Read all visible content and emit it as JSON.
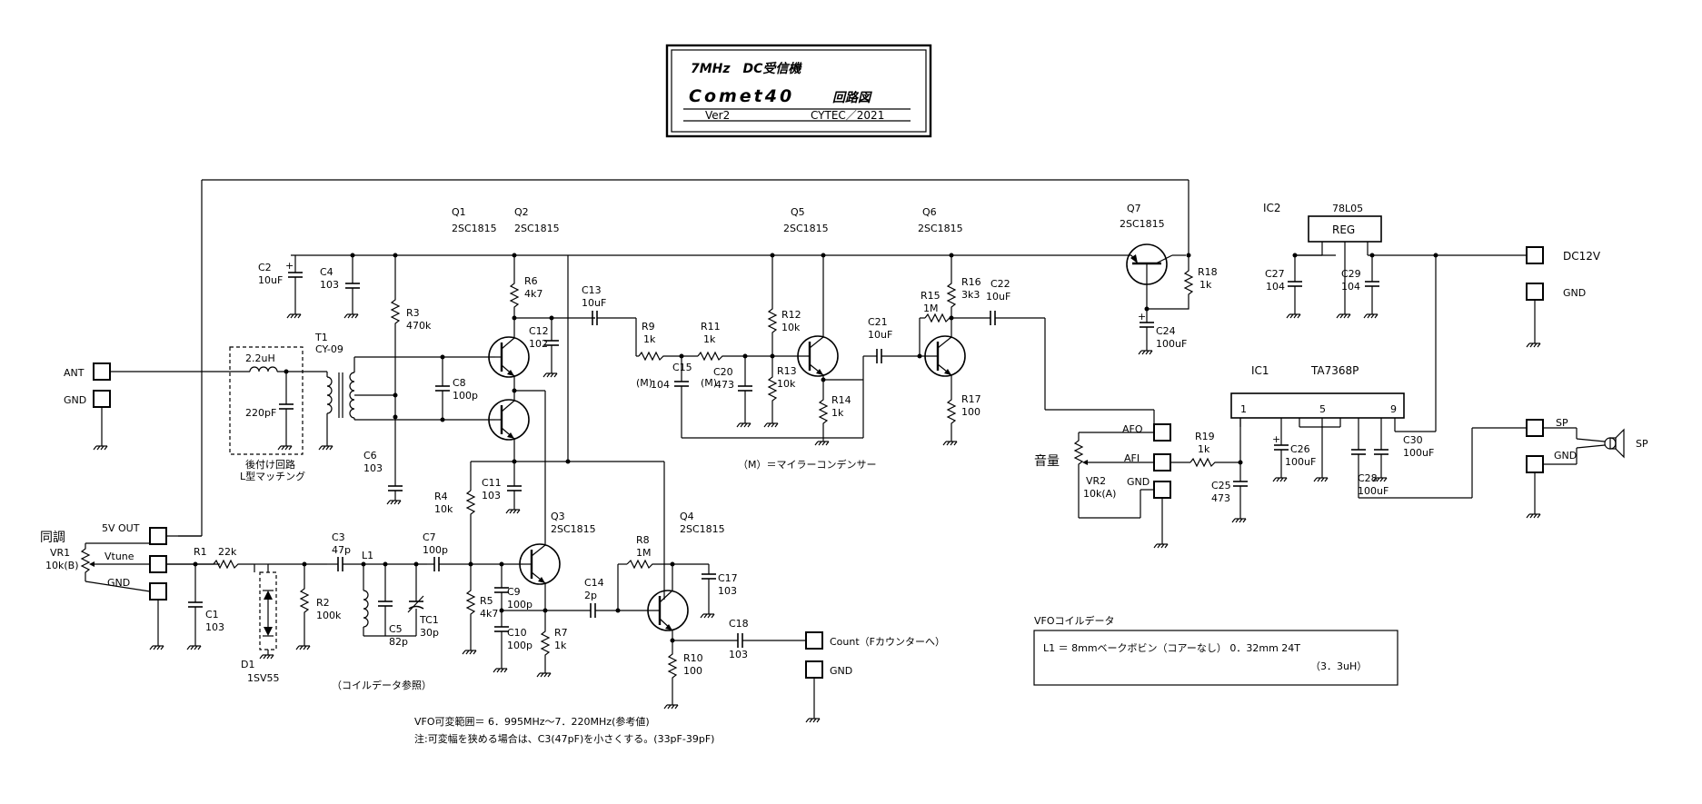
{
  "title": {
    "line1": "7MHz　DC受信機",
    "line2": "Comet40",
    "line2b": "回路図",
    "version": "Ver2",
    "author": "CYTEC／2021"
  },
  "connectors": {
    "ant": "ANT",
    "ant_gnd": "GND",
    "out5v": "5V OUT",
    "vtune": "Vtune",
    "tune_gnd": "GND",
    "count": "Count（Fカウンターへ）",
    "count_gnd": "GND",
    "dc12v": "DC12V",
    "pwr_gnd": "GND",
    "afo": "AFO",
    "afi": "AFI",
    "vol_gnd": "GND",
    "sp": "SP",
    "sp_gnd": "GND",
    "speaker": "SP"
  },
  "labels": {
    "tune": "同調",
    "vr1": "VR1",
    "vr1_val": "10k(B)",
    "volume": "音量",
    "vr2": "VR2",
    "vr2_val": "10k(A)",
    "lmatch_note1": "後付け回路",
    "lmatch_note2": "L型マッチング",
    "mylar": "（M）＝マイラーコンデンサー",
    "coil_ref": "（コイルデータ参照）",
    "m1": "(M)",
    "m2": "(M)",
    "vfo_range": "VFO可変範囲＝ 6．995MHz～7．220MHz(参考値)",
    "vfo_note": "注:可変幅を狭める場合は、C3(47pF)を小さくする。(33pF-39pF)",
    "coil_title": "VFOコイルデータ",
    "coil_line1": "L1 ＝ 8mmベークボビン（コアーなし） 0．32mm 24T",
    "coil_line2": "（3．3uH）"
  },
  "transistors": {
    "q1": "Q1",
    "q1_t": "2SC1815",
    "q2": "Q2",
    "q2_t": "2SC1815",
    "q3": "Q3",
    "q3_t": "2SC1815",
    "q4": "Q4",
    "q4_t": "2SC1815",
    "q5": "Q5",
    "q5_t": "2SC1815",
    "q6": "Q6",
    "q6_t": "2SC1815",
    "q7": "Q7",
    "q7_t": "2SC1815"
  },
  "ics": {
    "ic1": "IC1",
    "ic1_t": "TA7368P",
    "pin1": "1",
    "pin5": "5",
    "pin9": "9",
    "ic2": "IC2",
    "ic2_t": "78L05",
    "reg": "REG"
  },
  "parts": {
    "c1": "C1",
    "c1v": "103",
    "c2": "C2",
    "c2v": "10uF",
    "c3": "C3",
    "c3v": "47p",
    "c4": "C4",
    "c4v": "103",
    "c5": "C5",
    "c5v": "82p",
    "c6": "C6",
    "c6v": "103",
    "c7": "C7",
    "c7v": "100p",
    "c8": "C8",
    "c8v": "100p",
    "c9": "C9",
    "c9v": "100p",
    "c10": "C10",
    "c10v": "100p",
    "c11": "C11",
    "c11v": "103",
    "c12": "C12",
    "c12v": "102",
    "c13": "C13",
    "c13v": "10uF",
    "c14": "C14",
    "c14v": "2p",
    "c15": "C15",
    "c15v": "104",
    "c17": "C17",
    "c17v": "103",
    "c18": "C18",
    "c18v": "103",
    "c20": "C20",
    "c20v": "473",
    "c21": "C21",
    "c21v": "10uF",
    "c22": "C22",
    "c22v": "10uF",
    "c24": "C24",
    "c24v": "100uF",
    "c25": "C25",
    "c25v": "473",
    "c26": "C26",
    "c26v": "100uF",
    "c27": "C27",
    "c27v": "104",
    "c28": "C28",
    "c28v": "100uF",
    "c29": "C29",
    "c29v": "104",
    "c30": "C30",
    "c30v": "100uF",
    "r1": "R1",
    "r1v": "22k",
    "r2": "R2",
    "r2v": "100k",
    "r3": "R3",
    "r3v": "470k",
    "r4": "R4",
    "r4v": "10k",
    "r5": "R5",
    "r5v": "4k7",
    "r6": "R6",
    "r6v": "4k7",
    "r7": "R7",
    "r7v": "1k",
    "r8": "R8",
    "r8v": "1M",
    "r9": "R9",
    "r9v": "1k",
    "r10": "R10",
    "r10v": "100",
    "r11": "R11",
    "r11v": "1k",
    "r12": "R12",
    "r12v": "10k",
    "r13": "R13",
    "r13v": "10k",
    "r14": "R14",
    "r14v": "1k",
    "r15": "R15",
    "r15v": "1M",
    "r16": "R16",
    "r16v": "3k3",
    "r17": "R17",
    "r17v": "100",
    "r18": "R18",
    "r18v": "1k",
    "r19": "R19",
    "r19v": "1k",
    "l1": "L1",
    "tc1": "TC1",
    "tc1v": "30p",
    "d1": "D1",
    "d1v": "1SV55",
    "t1": "T1",
    "t1v": "CY-09",
    "lm_l": "2.2uH",
    "lm_c": "220pF"
  }
}
